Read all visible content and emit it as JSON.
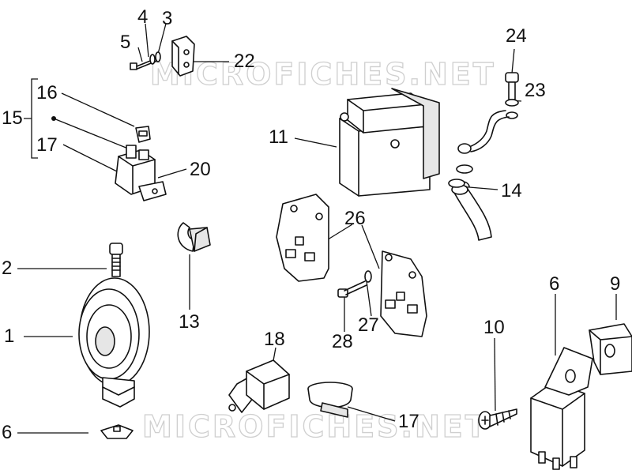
{
  "watermark": {
    "top": "MICROFICHES.NET",
    "bottom": "MICROFICHES.NET"
  },
  "callouts": {
    "c1": "1",
    "c2": "2",
    "c3": "3",
    "c4": "4",
    "c5": "5",
    "c6a": "6",
    "c6b": "6",
    "c9": "9",
    "c10": "10",
    "c11": "11",
    "c13": "13",
    "c14": "14",
    "c15": "15",
    "c16": "16",
    "c17a": "17",
    "c17b": "17",
    "c18": "18",
    "c20": "20",
    "c22": "22",
    "c23": "23",
    "c24": "24",
    "c26": "26",
    "c27": "27",
    "c28": "28"
  }
}
